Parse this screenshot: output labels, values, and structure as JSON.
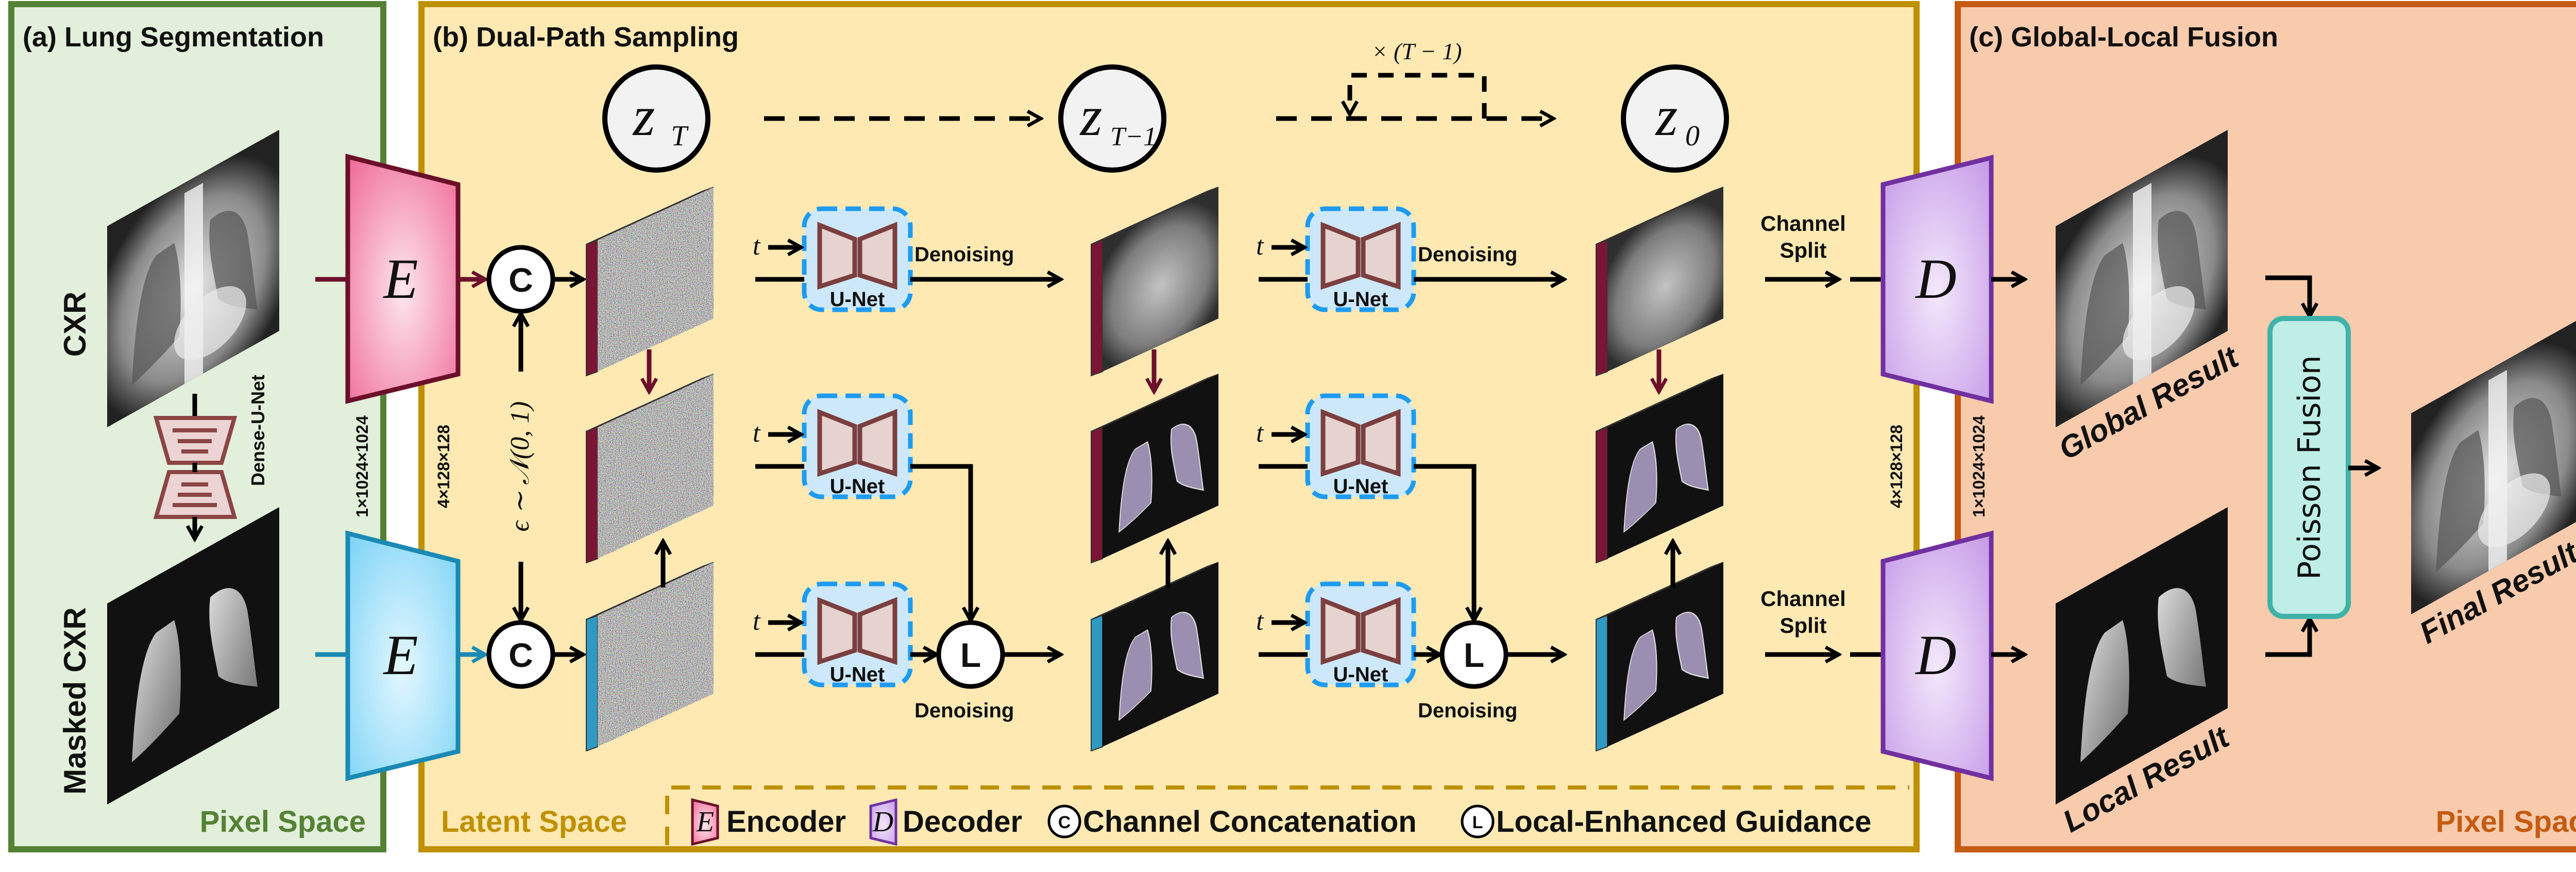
{
  "panels": {
    "a": {
      "title": "(a) Lung Segmentation",
      "space": "Pixel Space"
    },
    "b": {
      "title": "(b) Dual-Path Sampling",
      "space": "Latent Space"
    },
    "c": {
      "title": "(c) Global-Local Fusion",
      "space": "Pixel Space"
    }
  },
  "inputs": {
    "cxr": "CXR",
    "masked": "Masked CXR",
    "segmenter": "Dense-U-Net"
  },
  "dims": {
    "pixel": "1×1024×1024",
    "latent": "4×128×128"
  },
  "symbols": {
    "encoder": "E",
    "decoder": "D",
    "concat": "C",
    "guidance": "L"
  },
  "noise": "ϵ ∼ 𝒩(0, 1)",
  "latents": {
    "z": "z",
    "zT_sub": "T",
    "zT1_sub": "T−1",
    "z0_sub": "0"
  },
  "loop": "× (T − 1)",
  "unet": {
    "label": "U-Net",
    "t": "t",
    "denoising": "Denoising"
  },
  "channel_split": {
    "line1": "Channel",
    "line2": "Split"
  },
  "outputs": {
    "global": "Global Result",
    "local": "Local Result",
    "final": "Final Result",
    "fusion": "Poisson Fusion"
  },
  "legend": {
    "encoder": "Encoder",
    "decoder": "Decoder",
    "concat": "Channel Concatenation",
    "guidance": "Local-Enhanced Guidance"
  },
  "colors": {
    "panel_a_fill": "#e2efda",
    "panel_a_border": "#548235",
    "panel_b_fill": "#fee9b2",
    "panel_b_border": "#bf9000",
    "panel_c_fill": "#f8cbad",
    "panel_c_border": "#c55a11",
    "encoder_global": "#f27ba2",
    "encoder_local": "#8fdcf8",
    "decoder": "#caa3ea",
    "global_path": "#6b0f2a",
    "local_path": "#1a8ab5",
    "unet_border": "#1e9bf0",
    "fusion": "#3fb3a8"
  }
}
